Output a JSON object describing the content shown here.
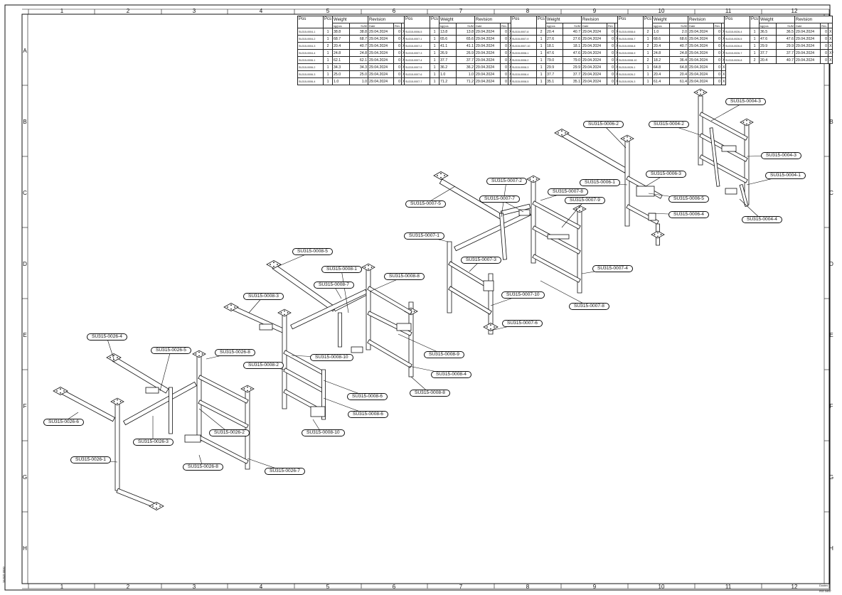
{
  "zones": {
    "columns": [
      "1",
      "2",
      "3",
      "4",
      "5",
      "6",
      "7",
      "8",
      "9",
      "10",
      "11",
      "12"
    ],
    "rows": [
      "A",
      "B",
      "C",
      "D",
      "E",
      "F",
      "G",
      "H"
    ]
  },
  "parts_header": {
    "pos": "Pos",
    "pcs": "Pcs",
    "weight": "Weight",
    "revision": "Revision",
    "kg_pcs": "kg/pcs",
    "sum": "SUM",
    "date": "Date",
    "rev": "Rev."
  },
  "parts_tables": [
    {
      "rows": [
        {
          "pos": "SU315-0004-1",
          "pcs": "1",
          "w": "38.8",
          "sum": "38.8",
          "date": "29.04.2024",
          "rev": "0",
          "x": "X"
        },
        {
          "pos": "SU315-0004-2",
          "pcs": "1",
          "w": "68.7",
          "sum": "68.7",
          "date": "29.04.2024",
          "rev": "0",
          "x": "X"
        },
        {
          "pos": "SU315-0004-3",
          "pcs": "2",
          "w": "20.4",
          "sum": "40.7",
          "date": "29.04.2024",
          "rev": "0",
          "x": "X"
        },
        {
          "pos": "SU315-0004-4",
          "pcs": "1",
          "w": "24.8",
          "sum": "24.8",
          "date": "29.04.2024",
          "rev": "0",
          "x": "X"
        },
        {
          "pos": "SU315-0006-1",
          "pcs": "1",
          "w": "62.1",
          "sum": "62.1",
          "date": "29.04.2024",
          "rev": "0",
          "x": "X"
        },
        {
          "pos": "SU315-0006-2",
          "pcs": "1",
          "w": "34.3",
          "sum": "34.3",
          "date": "29.04.2024",
          "rev": "0",
          "x": "X"
        },
        {
          "pos": "SU315-0006-3",
          "pcs": "1",
          "w": "25.0",
          "sum": "25.0",
          "date": "29.04.2024",
          "rev": "0",
          "x": "X"
        },
        {
          "pos": "SU315-0006-4",
          "pcs": "1",
          "w": "1.0",
          "sum": "1.0",
          "date": "29.04.2024",
          "rev": "0",
          "x": "X"
        }
      ]
    },
    {
      "rows": [
        {
          "pos": "SU315-0006-5",
          "pcs": "1",
          "w": "13.8",
          "sum": "13.8",
          "date": "29.04.2024",
          "rev": "0",
          "x": "X"
        },
        {
          "pos": "SU315-0007-1",
          "pcs": "1",
          "w": "65.6",
          "sum": "65.6",
          "date": "29.04.2024",
          "rev": "0",
          "x": "X"
        },
        {
          "pos": "SU315-0007-2",
          "pcs": "1",
          "w": "41.1",
          "sum": "41.1",
          "date": "29.04.2024",
          "rev": "0",
          "x": "X"
        },
        {
          "pos": "SU315-0007-3",
          "pcs": "1",
          "w": "26.9",
          "sum": "26.9",
          "date": "29.04.2024",
          "rev": "0",
          "x": "X"
        },
        {
          "pos": "SU315-0007-4",
          "pcs": "1",
          "w": "37.7",
          "sum": "37.7",
          "date": "29.04.2024",
          "rev": "0",
          "x": "X"
        },
        {
          "pos": "SU315-0007-5",
          "pcs": "1",
          "w": "36.2",
          "sum": "36.2",
          "date": "29.04.2024",
          "rev": "0",
          "x": "X"
        },
        {
          "pos": "SU315-0007-6",
          "pcs": "1",
          "w": "1.0",
          "sum": "1.0",
          "date": "29.04.2024",
          "rev": "0",
          "x": "X"
        },
        {
          "pos": "SU315-0007-7",
          "pcs": "1",
          "w": "71.2",
          "sum": "71.2",
          "date": "29.04.2024",
          "rev": "0",
          "x": "X"
        }
      ]
    },
    {
      "rows": [
        {
          "pos": "SU315-0007-8",
          "pcs": "2",
          "w": "20.4",
          "sum": "40.7",
          "date": "29.04.2024",
          "rev": "0",
          "x": "X"
        },
        {
          "pos": "SU315-0007-9",
          "pcs": "1",
          "w": "27.6",
          "sum": "27.6",
          "date": "29.04.2024",
          "rev": "0",
          "x": "X"
        },
        {
          "pos": "SU315-0007-10",
          "pcs": "1",
          "w": "18.1",
          "sum": "18.1",
          "date": "29.04.2024",
          "rev": "0",
          "x": "X"
        },
        {
          "pos": "SU315-0008-1",
          "pcs": "1",
          "w": "47.6",
          "sum": "47.6",
          "date": "29.04.2024",
          "rev": "0",
          "x": "X"
        },
        {
          "pos": "SU315-0008-2",
          "pcs": "1",
          "w": "79.0",
          "sum": "79.0",
          "date": "29.04.2024",
          "rev": "0",
          "x": "X"
        },
        {
          "pos": "SU315-0008-3",
          "pcs": "1",
          "w": "29.9",
          "sum": "29.9",
          "date": "29.04.2024",
          "rev": "0",
          "x": "X"
        },
        {
          "pos": "SU315-0008-4",
          "pcs": "1",
          "w": "37.7",
          "sum": "37.7",
          "date": "29.04.2024",
          "rev": "0",
          "x": "X"
        },
        {
          "pos": "SU315-0008-5",
          "pcs": "1",
          "w": "35.1",
          "sum": "35.1",
          "date": "29.04.2024",
          "rev": "0",
          "x": "X"
        }
      ]
    },
    {
      "rows": [
        {
          "pos": "SU315-0008-6",
          "pcs": "2",
          "w": "1.0",
          "sum": "2.0",
          "date": "29.04.2024",
          "rev": "0",
          "x": "X"
        },
        {
          "pos": "SU315-0008-7",
          "pcs": "1",
          "w": "68.6",
          "sum": "68.6",
          "date": "29.04.2024",
          "rev": "0",
          "x": "X"
        },
        {
          "pos": "SU315-0008-8",
          "pcs": "2",
          "w": "20.4",
          "sum": "40.7",
          "date": "29.04.2024",
          "rev": "0",
          "x": "X"
        },
        {
          "pos": "SU315-0008-9",
          "pcs": "1",
          "w": "24.8",
          "sum": "24.8",
          "date": "29.04.2024",
          "rev": "0",
          "x": "X"
        },
        {
          "pos": "SU315-0008-10",
          "pcs": "2",
          "w": "18.2",
          "sum": "36.4",
          "date": "29.04.2024",
          "rev": "0",
          "x": "X"
        },
        {
          "pos": "SU315-0026-1",
          "pcs": "1",
          "w": "64.8",
          "sum": "64.8",
          "date": "29.04.2024",
          "rev": "0",
          "x": "X"
        },
        {
          "pos": "SU315-0026-2",
          "pcs": "1",
          "w": "20.4",
          "sum": "20.4",
          "date": "29.04.2024",
          "rev": "0",
          "x": "X"
        },
        {
          "pos": "SU315-0026-3",
          "pcs": "1",
          "w": "61.4",
          "sum": "61.4",
          "date": "29.04.2024",
          "rev": "0",
          "x": "X"
        }
      ]
    },
    {
      "rows": [
        {
          "pos": "SU315-0026-4",
          "pcs": "1",
          "w": "36.5",
          "sum": "36.5",
          "date": "29.04.2024",
          "rev": "0",
          "x": "X"
        },
        {
          "pos": "SU315-0026-5",
          "pcs": "1",
          "w": "47.6",
          "sum": "47.6",
          "date": "29.04.2024",
          "rev": "0",
          "x": "X"
        },
        {
          "pos": "SU315-0026-6",
          "pcs": "1",
          "w": "29.9",
          "sum": "29.9",
          "date": "29.04.2024",
          "rev": "0",
          "x": "X"
        },
        {
          "pos": "SU315-0026-7",
          "pcs": "1",
          "w": "37.7",
          "sum": "37.7",
          "date": "29.04.2024",
          "rev": "0",
          "x": "X"
        },
        {
          "pos": "SU315-0026-8",
          "pcs": "2",
          "w": "20.4",
          "sum": "40.7",
          "date": "29.04.2024",
          "rev": "0",
          "x": "X"
        }
      ]
    }
  ],
  "callouts": [
    "SU315-0004-3",
    "SU315-0004-2",
    "SU315-0004-3",
    "SU315-0004-1",
    "SU315-0004-4",
    "SU315-0006-2",
    "SU315-0006-3",
    "SU315-0006-1",
    "SU315-0006-5",
    "SU315-0006-4",
    "SU315-0007-2",
    "SU315-0007-8",
    "SU315-0007-9",
    "SU315-0007-7",
    "SU315-0007-5",
    "SU315-0007-1",
    "SU315-0007-3",
    "SU315-0007-10",
    "SU315-0007-6",
    "SU315-0007-4",
    "SU315-0007-8",
    "SU315-0008-5",
    "SU315-0008-1",
    "SU315-0008-8",
    "SU315-0008-7",
    "SU315-0008-3",
    "SU315-0008-2",
    "SU315-0008-10",
    "SU315-0008-9",
    "SU315-0008-4",
    "SU315-0008-8",
    "SU315-0008-6",
    "SU315-0008-6",
    "SU315-0008-10",
    "SU315-0026-4",
    "SU315-0026-5",
    "SU315-0026-8",
    "SU315-0026-6",
    "SU315-0026-3",
    "SU315-0026-2",
    "SU315-0026-1",
    "SU315-0026-8",
    "SU315-0026-7"
  ],
  "corner_right": "Dustec",
  "corner_right_sub": "ISO 3457",
  "side_note": "SU315-0000"
}
